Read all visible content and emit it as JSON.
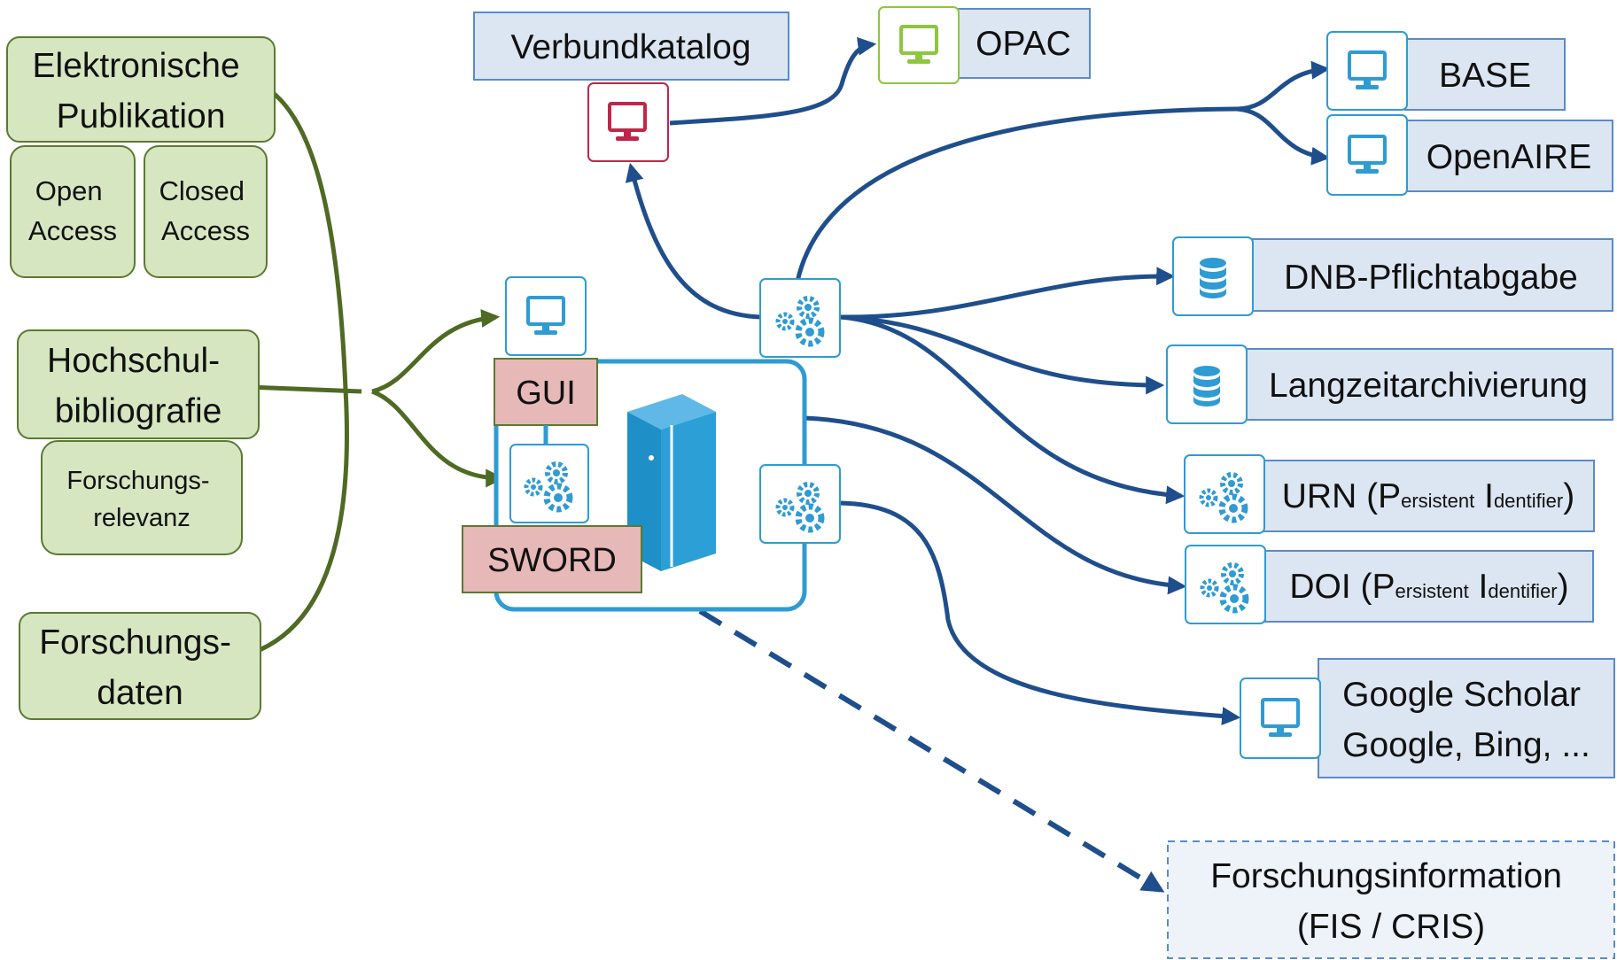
{
  "colors": {
    "green_fill": "#d6e6c0",
    "green_stroke": "#5a7a31",
    "blue_fill": "#dce6f2",
    "blue_stroke": "#5b8ac9",
    "icon_blue": "#2f9bd3",
    "arrow_blue": "#1f4e8c",
    "pink_fill": "#e6b8b7",
    "pink_icon": "#c0264b",
    "opac_green": "#8dc63f"
  },
  "sources": {
    "elektronische_publikation": "Elektronische Publikation",
    "open_access": "Open Access",
    "closed_access": "Closed Access",
    "hochschulbibliografie": "Hochschul-bibliografie",
    "forschungsrelevanz": "Forschungs-relevanz",
    "forschungsdaten": "Forschungs-daten"
  },
  "repository": {
    "gui_label": "GUI",
    "sword_label": "SWORD"
  },
  "targets": {
    "verbundkatalog": "Verbundkatalog",
    "opac": "OPAC",
    "base": "BASE",
    "openaire": "OpenAIRE",
    "dnb": "DNB-Pflichtabgabe",
    "langzeit": "Langzeitarchivierung",
    "urn_main": "URN (P",
    "urn_small1": "ersistent",
    "urn_cap": " I",
    "urn_small2": "dentifier",
    "urn_end": ")",
    "doi_main": "DOI (P",
    "doi_small1": "ersistent",
    "doi_cap": " I",
    "doi_small2": "dentifier",
    "doi_end": ")",
    "google_line1": "Google Scholar",
    "google_line2": "Google, Bing, ...",
    "fis_line1": "Forschungsinformation",
    "fis_line2": "(FIS / CRIS)"
  }
}
